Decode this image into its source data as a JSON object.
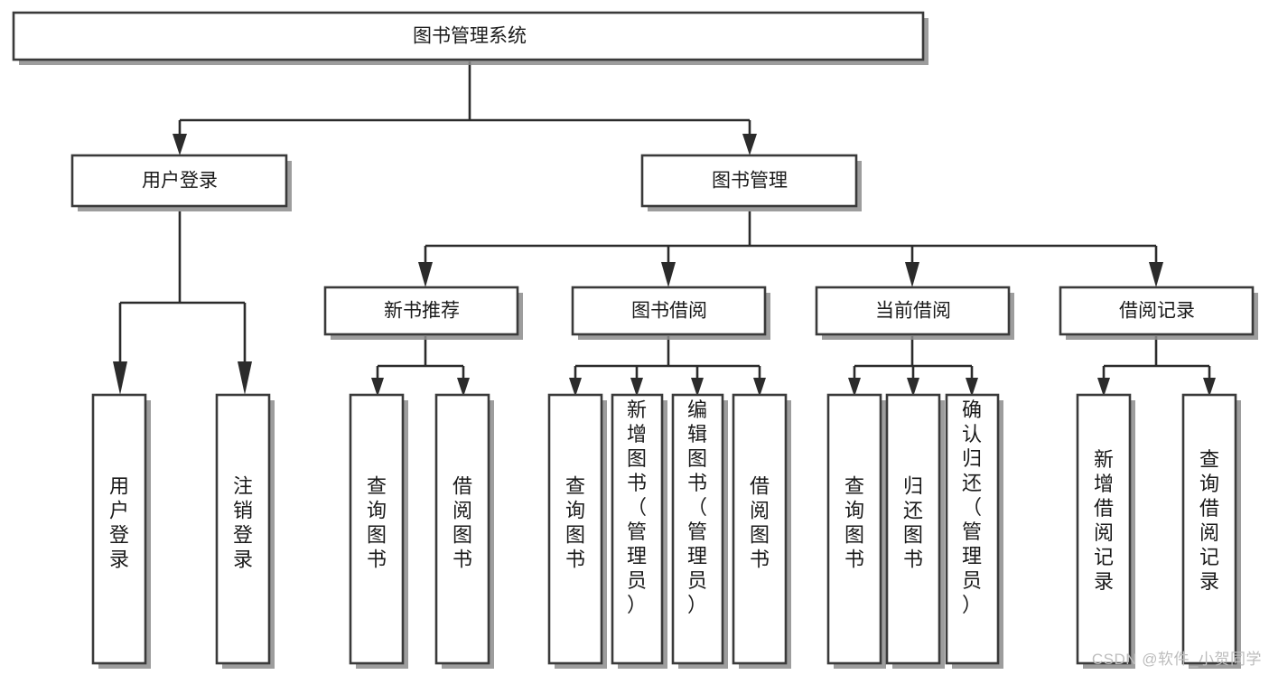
{
  "diagram": {
    "type": "tree-hierarchy-chart",
    "title": "图书管理系统",
    "root": {
      "id": "root",
      "label": "图书管理系统",
      "orientation": "horizontal"
    },
    "levels": [
      {
        "level": 2,
        "nodes": [
          {
            "id": "user-login",
            "label": "用户登录",
            "parent": "root",
            "orientation": "horizontal"
          },
          {
            "id": "book-manage",
            "label": "图书管理",
            "parent": "root",
            "orientation": "horizontal"
          }
        ]
      },
      {
        "level": 3,
        "nodes": [
          {
            "id": "new-book-rec",
            "label": "新书推荐",
            "parent": "book-manage",
            "orientation": "horizontal"
          },
          {
            "id": "book-borrow",
            "label": "图书借阅",
            "parent": "book-manage",
            "orientation": "horizontal"
          },
          {
            "id": "current-borrow",
            "label": "当前借阅",
            "parent": "book-manage",
            "orientation": "horizontal"
          },
          {
            "id": "borrow-record",
            "label": "借阅记录",
            "parent": "book-manage",
            "orientation": "horizontal"
          }
        ]
      },
      {
        "level": 4,
        "nodes": [
          {
            "id": "leaf-user-login",
            "label": "用户登录",
            "parent": "user-login",
            "orientation": "vertical"
          },
          {
            "id": "leaf-logout-login",
            "label": "注销登录",
            "parent": "user-login",
            "orientation": "vertical"
          },
          {
            "id": "leaf-query-book-1",
            "label": "查询图书",
            "parent": "new-book-rec",
            "orientation": "vertical"
          },
          {
            "id": "leaf-borrow-book-1",
            "label": "借阅图书",
            "parent": "new-book-rec",
            "orientation": "vertical"
          },
          {
            "id": "leaf-query-book-2",
            "label": "查询图书",
            "parent": "book-borrow",
            "orientation": "vertical"
          },
          {
            "id": "leaf-add-book",
            "label": "新增图书（管理员）",
            "parent": "book-borrow",
            "orientation": "vertical"
          },
          {
            "id": "leaf-edit-book",
            "label": "编辑图书（管理员）",
            "parent": "book-borrow",
            "orientation": "vertical"
          },
          {
            "id": "leaf-borrow-book-2",
            "label": "借阅图书",
            "parent": "book-borrow",
            "orientation": "vertical"
          },
          {
            "id": "leaf-query-book-3",
            "label": "查询图书",
            "parent": "current-borrow",
            "orientation": "vertical"
          },
          {
            "id": "leaf-return-book",
            "label": "归还图书",
            "parent": "current-borrow",
            "orientation": "vertical"
          },
          {
            "id": "leaf-confirm-return",
            "label": "确认归还（管理员）",
            "parent": "current-borrow",
            "orientation": "vertical"
          },
          {
            "id": "leaf-add-record",
            "label": "新增借阅记录",
            "parent": "borrow-record",
            "orientation": "vertical"
          },
          {
            "id": "leaf-query-record",
            "label": "查询借阅记录",
            "parent": "borrow-record",
            "orientation": "vertical"
          }
        ]
      }
    ],
    "colors": {
      "box_stroke": "#3a3a3a",
      "box_fill": "#ffffff",
      "connector": "#2b2b2b",
      "shadow": "#8c8c8c",
      "text": "#1a1a1a",
      "watermark": "#bdbdbd",
      "background": "#ffffff"
    }
  },
  "watermark": {
    "text": "CSDN @软件_小贺同学"
  }
}
